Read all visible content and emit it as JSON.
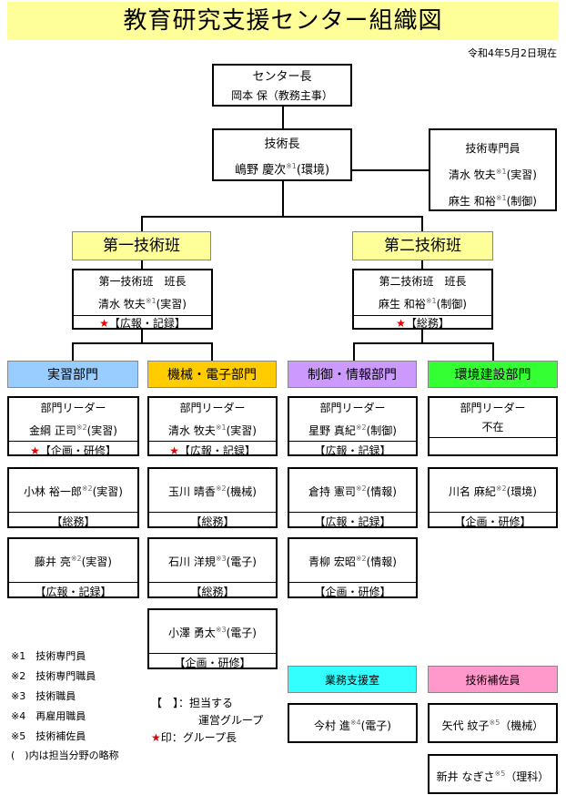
{
  "title": "教育研究支援センター組織図",
  "date": "令和4年5月2日現在",
  "center_head": {
    "title": "センター長",
    "name": "岡本 保（教務主事）"
  },
  "tech_head": {
    "title": "技術長",
    "name": "嶋野 慶次",
    "mark": "※1",
    "field": "(環境)"
  },
  "specialists": {
    "title": "技術専門員",
    "members": [
      {
        "name": "清水 牧夫",
        "mark": "※1",
        "field": "(実習)"
      },
      {
        "name": "麻生 和裕",
        "mark": "※1",
        "field": "(制御)"
      }
    ]
  },
  "teams": [
    {
      "label": "第一技術班",
      "leader_title": "第一技術班　班長",
      "leader_name": "清水 牧夫",
      "mark": "※1",
      "field": "(実習)",
      "role": "【広報・記録】"
    },
    {
      "label": "第二技術班",
      "leader_title": "第二技術班　班長",
      "leader_name": "麻生 和裕",
      "mark": "※1",
      "field": "(制御)",
      "role": "【総務】"
    }
  ],
  "departments": [
    {
      "label": "実習部門",
      "color": "#99ccff",
      "leader": {
        "title": "部門リーダー",
        "name": "金綱 正司",
        "mark": "※2",
        "field": "(実習)",
        "role": "【企画・研修】"
      },
      "members": [
        {
          "name": "小林 裕一郎",
          "mark": "※2",
          "field": "(実習)",
          "role": "【総務】"
        },
        {
          "name": "藤井 亮",
          "mark": "※2",
          "field": "(実習)",
          "role": "【広報・記録】"
        }
      ]
    },
    {
      "label": "機械・電子部門",
      "color": "#ffcc00",
      "leader": {
        "title": "部門リーダー",
        "name": "清水 牧夫",
        "mark": "※1",
        "field": "(実習)",
        "role": "【広報・記録】"
      },
      "members": [
        {
          "name": "玉川 晴香",
          "mark": "※2",
          "field": "(機械)",
          "role": "【総務】"
        },
        {
          "name": "石川 洋規",
          "mark": "※3",
          "field": "(電子)",
          "role": "【総務】"
        },
        {
          "name": "小澤 勇太",
          "mark": "※3",
          "field": "(電子)",
          "role": "【企画・研修】"
        }
      ]
    },
    {
      "label": "制御・情報部門",
      "color": "#cc99ff",
      "leader": {
        "title": "部門リーダー",
        "name": "星野 真紀",
        "mark": "※2",
        "field": "(制御)",
        "role": "【広報・記録】"
      },
      "members": [
        {
          "name": "倉持 憲司",
          "mark": "※2",
          "field": "(情報)",
          "role": "【広報・記録】"
        },
        {
          "name": "青柳 宏昭",
          "mark": "※2",
          "field": "(情報)",
          "role": "【企画・研修】"
        }
      ]
    },
    {
      "label": "環境建設部門",
      "color": "#33ff33",
      "leader": {
        "title": "部門リーダー",
        "name": "不在",
        "mark": "",
        "field": "",
        "role": ""
      },
      "members": [
        {
          "name": "川名 麻紀",
          "mark": "※2",
          "field": "(環境)",
          "role": "【企画・研修】"
        }
      ]
    }
  ],
  "support_office": {
    "label": "業務支援室",
    "color": "#33ffff",
    "members": [
      {
        "name": "今村 進",
        "mark": "※4",
        "field": "(電子)"
      }
    ]
  },
  "assistants": {
    "label": "技術補佐員",
    "color": "#ff99cc",
    "members": [
      {
        "name": "矢代 紋子",
        "mark": "※5",
        "field": "（機械）"
      },
      {
        "name": "新井 なぎさ",
        "mark": "※5",
        "field": "（理科）"
      }
    ]
  },
  "legend": [
    {
      "mark": "※1",
      "text": "技術専門員"
    },
    {
      "mark": "※2",
      "text": "技術専門職員"
    },
    {
      "mark": "※3",
      "text": "技術職員"
    },
    {
      "mark": "※4",
      "text": "再雇用職員"
    },
    {
      "mark": "※5",
      "text": "技術補佐員"
    }
  ],
  "legend_note": "(　)内は担当分野の略称",
  "key": {
    "bracket": "【　】：担当する",
    "bracket2": "運営グループ",
    "star": "★",
    "star_text": "印：グループ長"
  },
  "colors": {
    "title_bg": "#ffff99",
    "star": "#e00000"
  }
}
